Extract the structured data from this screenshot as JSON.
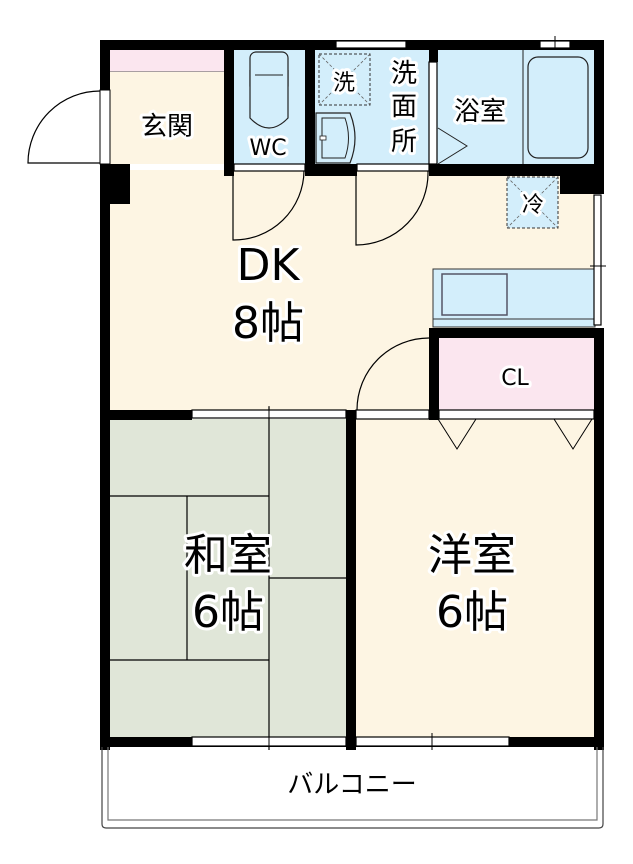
{
  "plan": {
    "colors": {
      "wall": "#000000",
      "floor_western": "#fdf5e3",
      "floor_tatami": "#e0e6d8",
      "wet_area": "#d3eefb",
      "storage": "#fbe6ef",
      "balcony": "#ffffff"
    },
    "rooms": {
      "entrance": {
        "label": "玄関"
      },
      "toilet": {
        "label": "WC"
      },
      "washroom": {
        "label_lines": [
          "洗",
          "面",
          "所"
        ]
      },
      "washer_space": {
        "label": "洗"
      },
      "bathroom": {
        "label": "浴室"
      },
      "fridge_space": {
        "label": "冷"
      },
      "dk": {
        "label": "DK",
        "size": "8帖"
      },
      "closet": {
        "label": "CL"
      },
      "japanese_room": {
        "label": "和室",
        "size": "6帖"
      },
      "western_room": {
        "label": "洋室",
        "size": "6帖"
      },
      "balcony": {
        "label": "バルコニー"
      }
    }
  }
}
